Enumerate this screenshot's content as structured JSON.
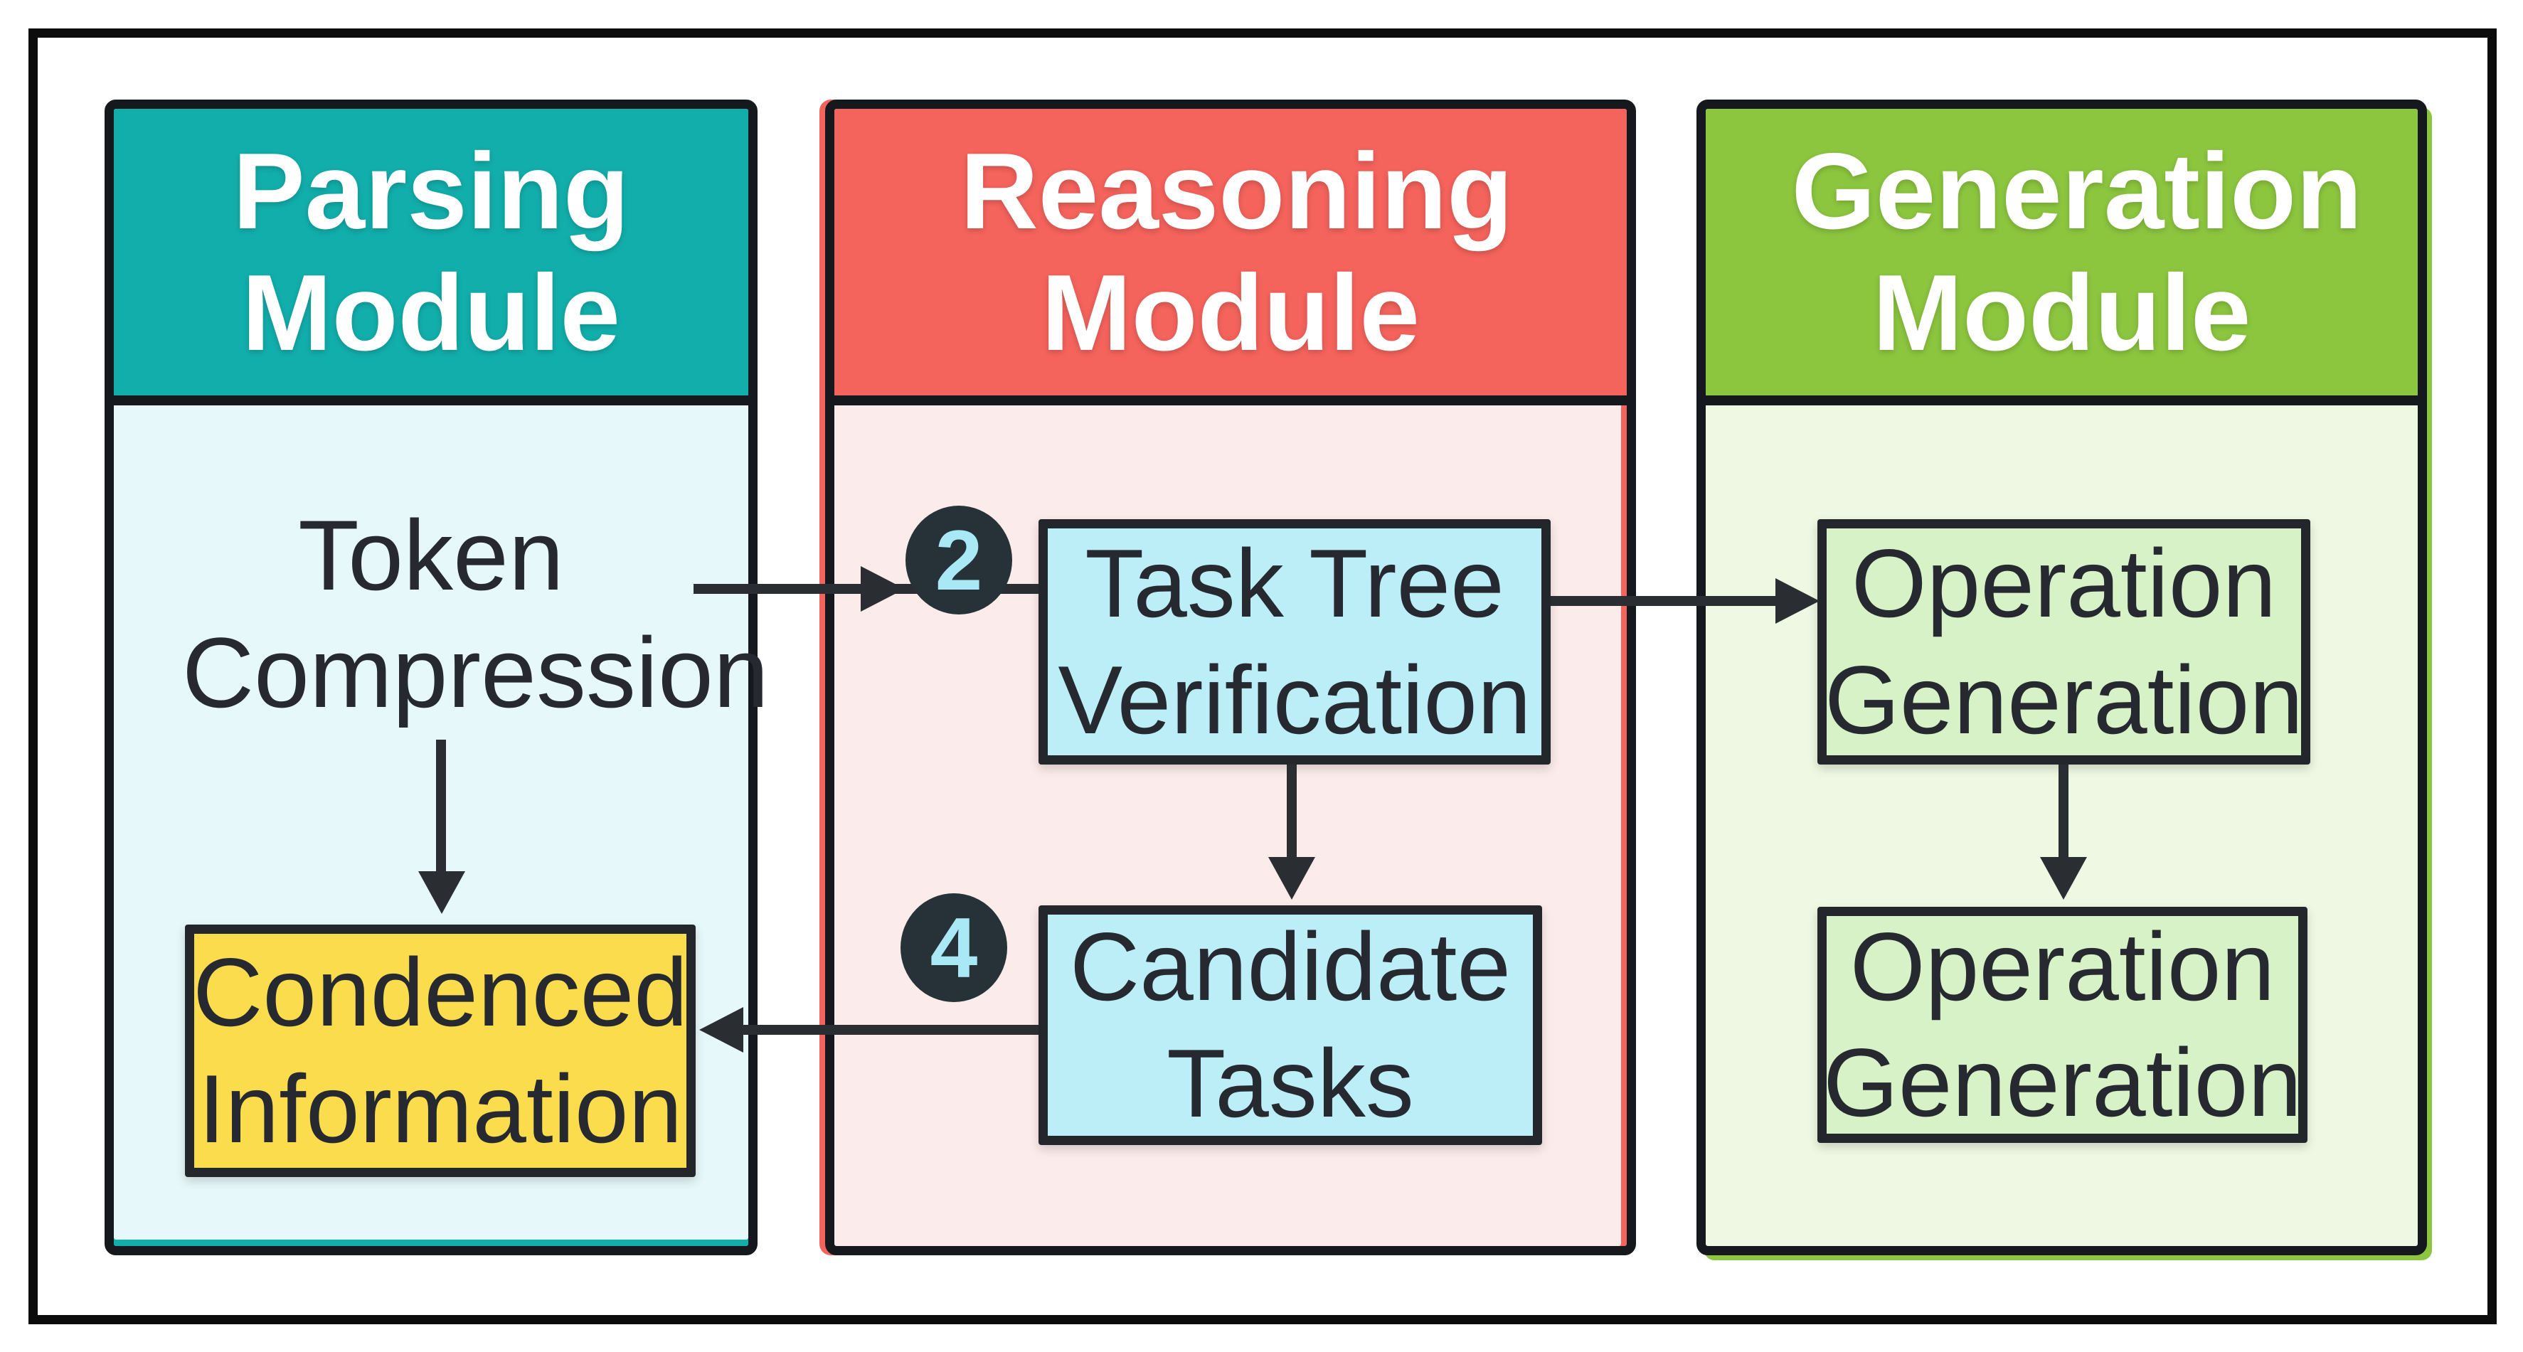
{
  "diagram": {
    "modules": {
      "parsing": {
        "title": "Parsing Module",
        "accent_color": "#12aeab",
        "body_color": "#e6f8f9"
      },
      "reasoning": {
        "title": "Reasoning Module",
        "accent_color": "#f4635c",
        "body_color": "#fcebeb"
      },
      "generation": {
        "title": "Generation Module",
        "accent_color": "#8cc63f",
        "body_color": "#eff8e2"
      }
    },
    "nodes": {
      "token_compression": {
        "label": "Token Compression"
      },
      "condenced_information": {
        "label": "Condenced Information",
        "fill_color": "#fbdc4c"
      },
      "task_tree_verification": {
        "label": "Task Tree Verification",
        "fill_color": "#bceef7"
      },
      "candidate_tasks": {
        "label": "Candidate Tasks",
        "fill_color": "#bceef7"
      },
      "operation_generation_top": {
        "label": "Operation Generation",
        "fill_color": "#d7f2c6"
      },
      "operation_generation_bottom": {
        "label": "Operation Generation",
        "fill_color": "#d7f2c6"
      }
    },
    "badges": {
      "step_2": {
        "label": "2",
        "bg_color": "#263238",
        "text_color": "#a9e9f6"
      },
      "step_4": {
        "label": "4",
        "bg_color": "#263238",
        "text_color": "#a9e9f6"
      }
    },
    "colors": {
      "outer_frame": "#0c0c0c",
      "panel_border": "#15181d",
      "node_border": "#23272c",
      "arrow": "#2a2e33",
      "text": "#262a30",
      "header_text": "#ffffff"
    }
  }
}
